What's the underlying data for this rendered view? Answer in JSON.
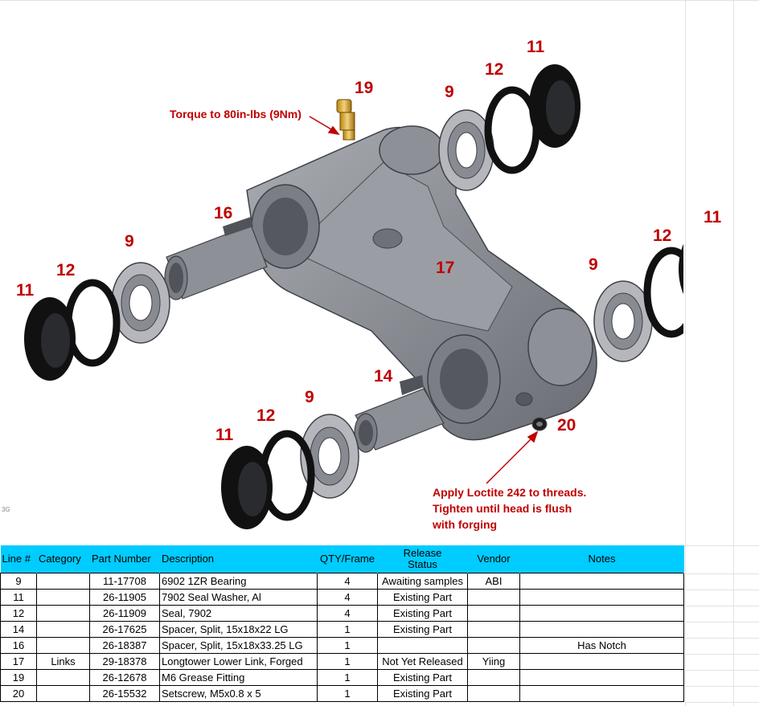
{
  "callouts": {
    "n19": "19",
    "n11a": "11",
    "n12a": "12",
    "n9a": "9",
    "n16": "16",
    "n9b": "9",
    "n12b": "12",
    "n11b": "11",
    "n17": "17",
    "n11c": "11",
    "n12c": "12",
    "n9c": "9",
    "n14": "14",
    "n9d": "9",
    "n12d": "12",
    "n11d": "11",
    "n20": "20"
  },
  "notes": {
    "torque": "Torque to 80in-lbs (9Nm)",
    "loctite_1": "Apply Loctite 242 to threads.",
    "loctite_2": "Tighten until head is flush",
    "loctite_3": "with forging"
  },
  "sheet_tag": "3G",
  "colors": {
    "header": "#00ccff",
    "callout": "#c00000",
    "part": "#8a8d93",
    "part_dark": "#5c5f66"
  },
  "table": {
    "headers": {
      "line": "Line #",
      "category": "Category",
      "part_number": "Part Number",
      "description": "Description",
      "qty": "QTY/Frame",
      "release_1": "Release",
      "release_2": "Status",
      "vendor": "Vendor",
      "notes": "Notes"
    },
    "rows": [
      {
        "line": "9",
        "category": "",
        "part": "11-17708",
        "desc": "6902 1ZR Bearing",
        "qty": "4",
        "status": "Awaiting samples",
        "vendor": "ABI",
        "notes": ""
      },
      {
        "line": "11",
        "category": "",
        "part": "26-11905",
        "desc": "7902 Seal Washer, Al",
        "qty": "4",
        "status": "Existing Part",
        "vendor": "",
        "notes": ""
      },
      {
        "line": "12",
        "category": "",
        "part": "26-11909",
        "desc": "Seal, 7902",
        "qty": "4",
        "status": "Existing Part",
        "vendor": "",
        "notes": ""
      },
      {
        "line": "14",
        "category": "",
        "part": "26-17625",
        "desc": "Spacer, Split, 15x18x22 LG",
        "qty": "1",
        "status": "Existing Part",
        "vendor": "",
        "notes": ""
      },
      {
        "line": "16",
        "category": "",
        "part": "26-18387",
        "desc": "Spacer, Split, 15x18x33.25 LG",
        "qty": "1",
        "status": "",
        "vendor": "",
        "notes": "Has Notch"
      },
      {
        "line": "17",
        "category": "Links",
        "part": "29-18378",
        "desc": "Longtower Lower Link, Forged",
        "qty": "1",
        "status": "Not Yet Released",
        "vendor": "Yiing",
        "notes": ""
      },
      {
        "line": "19",
        "category": "",
        "part": "26-12678",
        "desc": "M6 Grease Fitting",
        "qty": "1",
        "status": "Existing Part",
        "vendor": "",
        "notes": ""
      },
      {
        "line": "20",
        "category": "",
        "part": "26-15532",
        "desc": "Setscrew, M5x0.8 x 5",
        "qty": "1",
        "status": "Existing Part",
        "vendor": "",
        "notes": ""
      }
    ]
  }
}
